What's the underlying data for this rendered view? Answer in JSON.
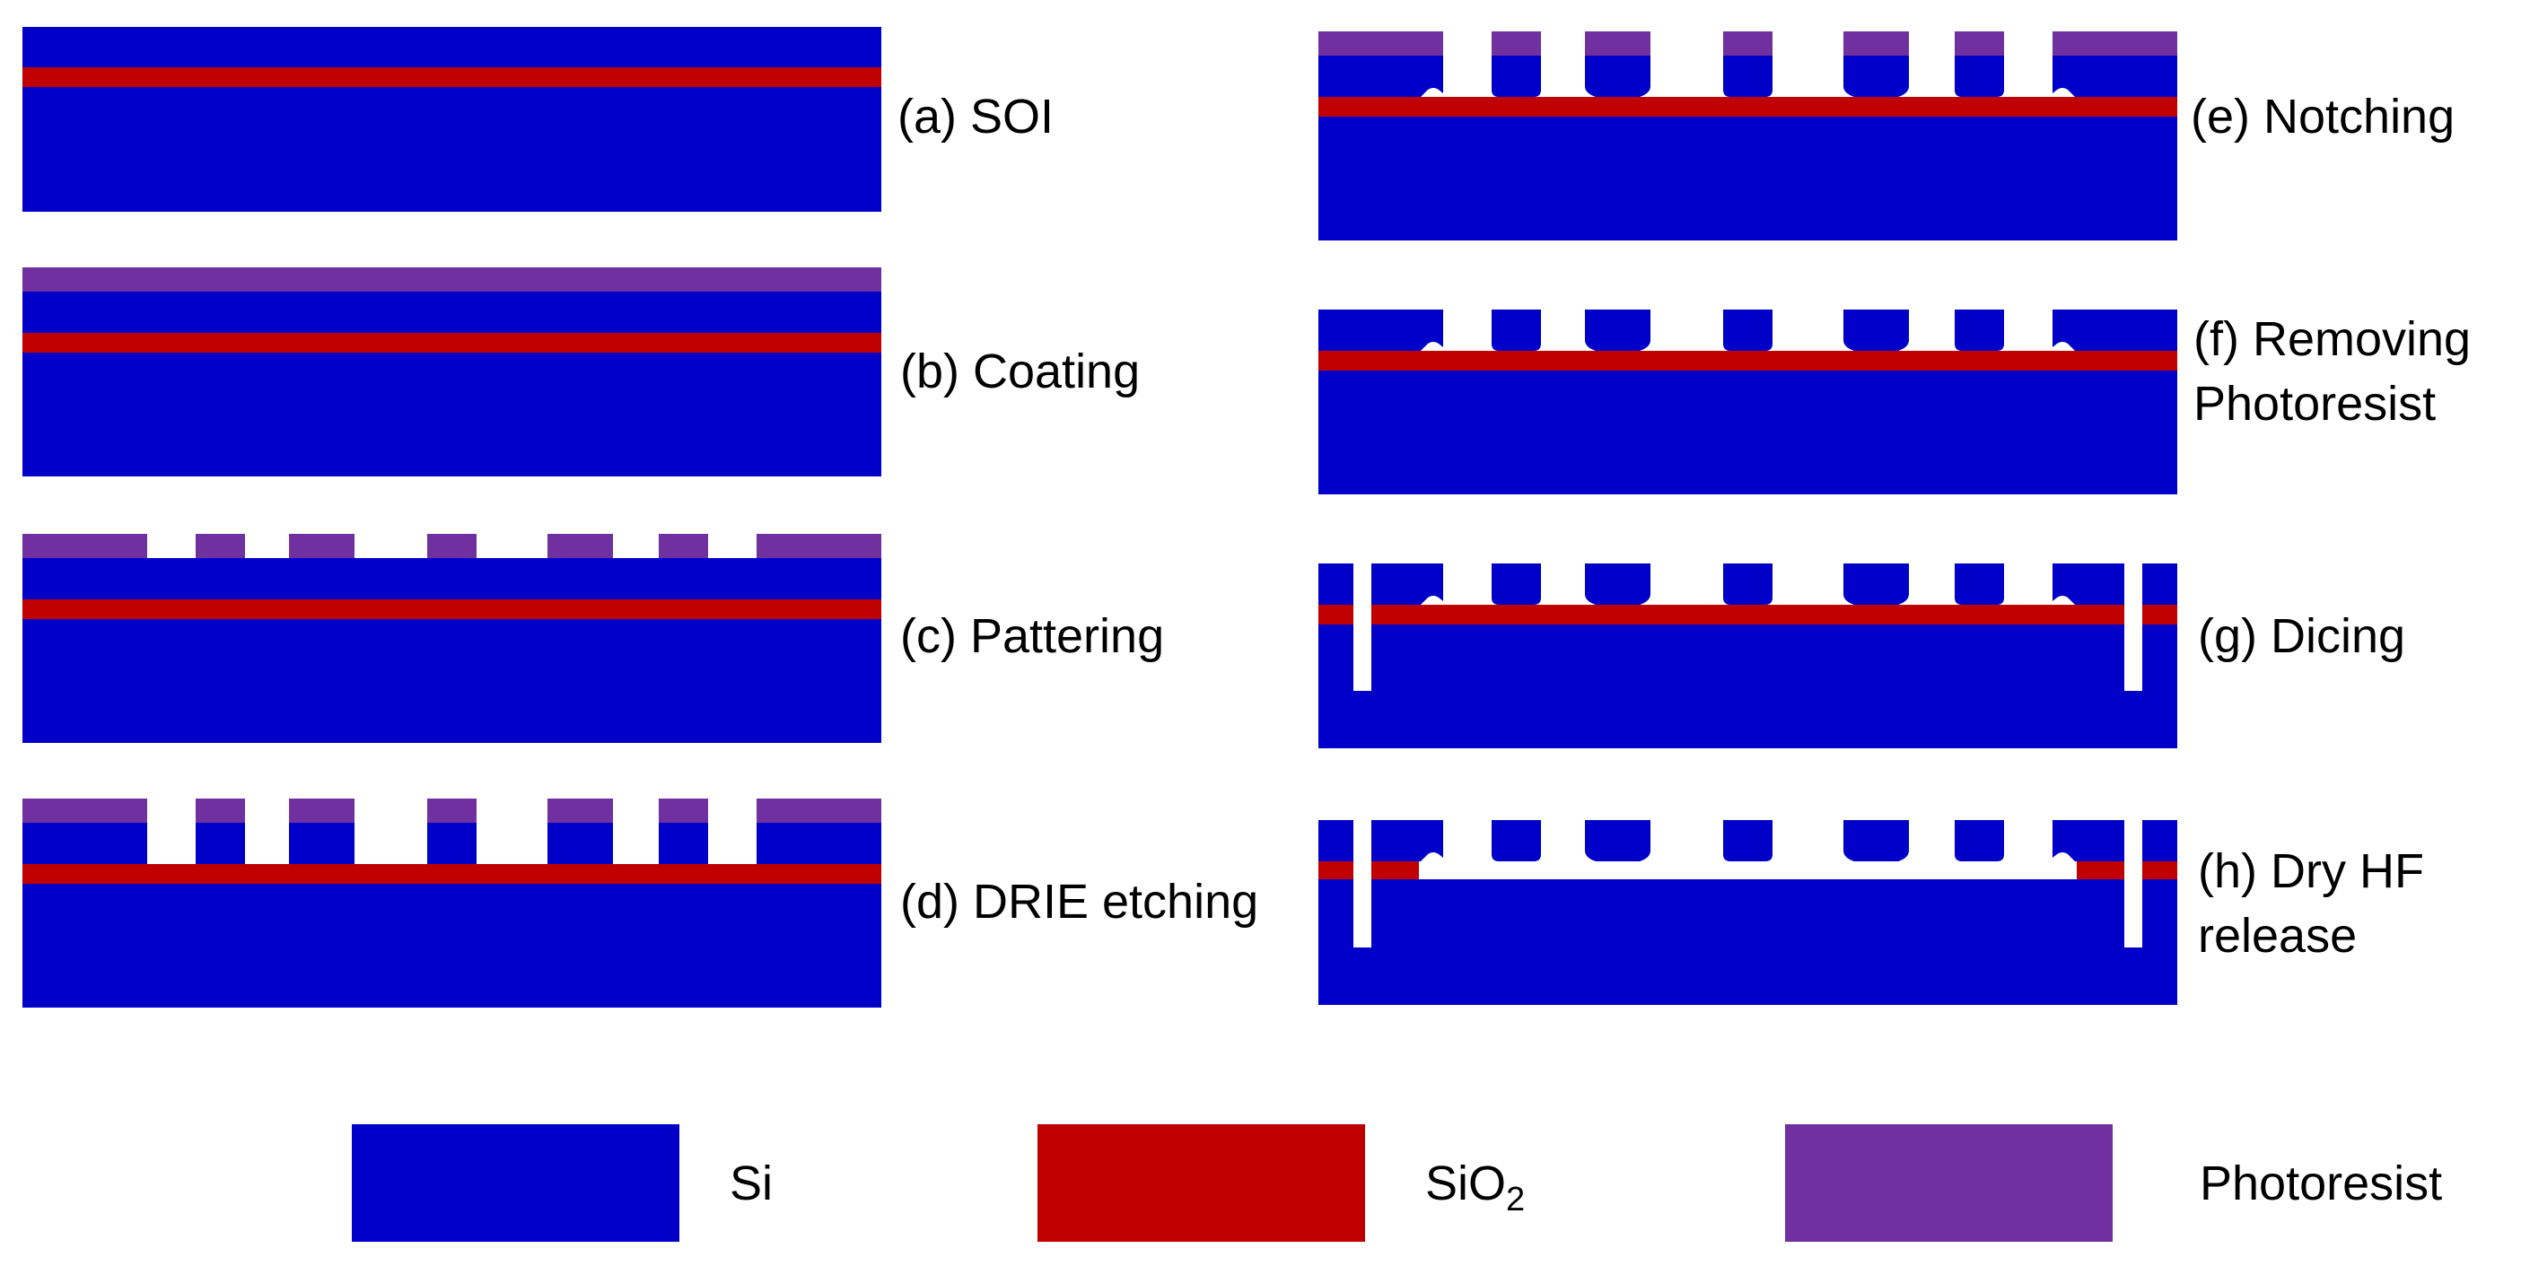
{
  "colors": {
    "si": "#0000c8",
    "sio2": "#c00000",
    "photoresist": "#7030a0",
    "background": "#ffffff"
  },
  "steps": [
    {
      "id": "a",
      "label": "(a) SOI"
    },
    {
      "id": "b",
      "label": "(b) Coating"
    },
    {
      "id": "c",
      "label": "(c) Pattering"
    },
    {
      "id": "d",
      "label": "(d) DRIE etching"
    },
    {
      "id": "e",
      "label": "(e) Notching"
    },
    {
      "id": "f",
      "label_line1": "(f) Removing",
      "label_line2": "Photoresist"
    },
    {
      "id": "g",
      "label": "(g) Dicing"
    },
    {
      "id": "h",
      "label_line1": "(h) Dry HF",
      "label_line2": "release"
    }
  ],
  "legend": [
    {
      "material": "si",
      "label": "Si"
    },
    {
      "material": "sio2",
      "label_main": "SiO",
      "label_sub": "2"
    },
    {
      "material": "photoresist",
      "label": "Photoresist"
    }
  ]
}
